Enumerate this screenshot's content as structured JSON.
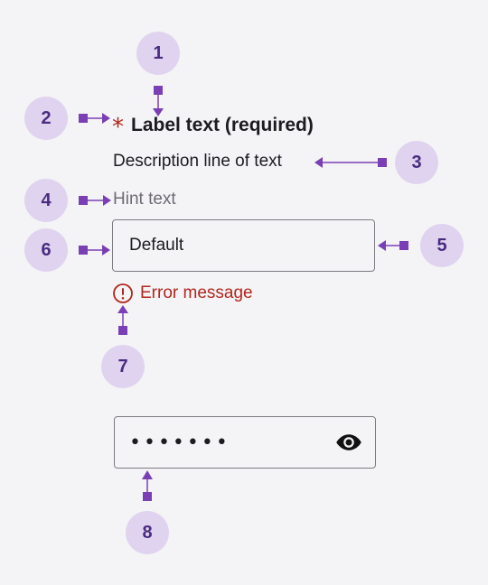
{
  "callouts": [
    "1",
    "2",
    "3",
    "4",
    "5",
    "6",
    "7",
    "8"
  ],
  "field": {
    "required_mark": "*",
    "label": "Label text (required)",
    "description": "Description line of text",
    "hint": "Hint text",
    "value": "Default",
    "error": "Error message"
  },
  "password_field": {
    "masked_value": "•••••••",
    "toggle_icon": "eye-icon"
  },
  "colors": {
    "annotation": "#7b3fb5",
    "badge_fill": "#e0d3f0",
    "badge_text": "#4a2b80",
    "error": "#b3261e",
    "outline": "#7d7a80"
  }
}
